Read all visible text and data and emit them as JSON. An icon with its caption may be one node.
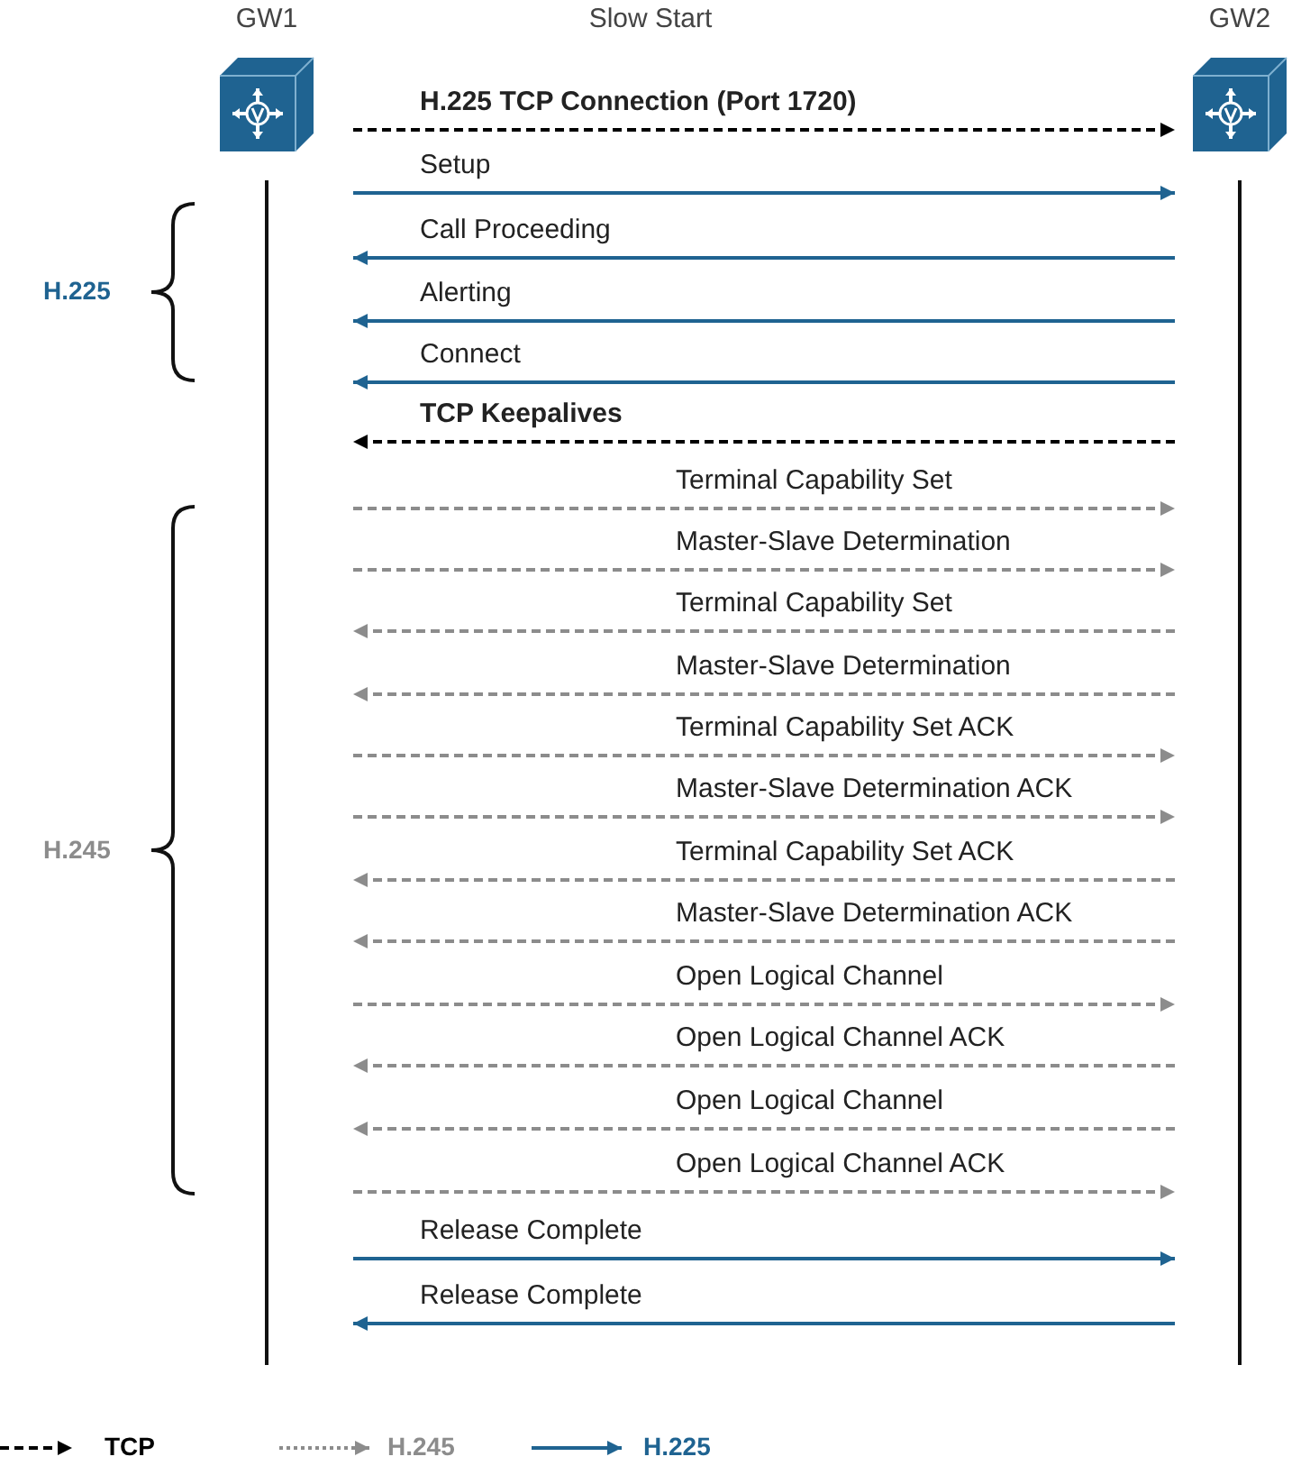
{
  "diagram": {
    "title": "Slow Start",
    "nodes": [
      {
        "text": [
          "GW1"
        ]
      },
      {
        "text": [
          "GW2"
        ]
      }
    ],
    "edges": [
      {
        "from": 0,
        "to": 1,
        "arrow": "to",
        "label": "H.225 TCP Connection (Port 1720)",
        "style": "dashed",
        "color": "#000000"
      },
      {
        "from": 0,
        "to": 1,
        "arrow": "to",
        "label": "Setup",
        "color": "#1f6391"
      },
      {
        "from": 1,
        "to": 0,
        "arrow": "to",
        "label": "Call Proceeding",
        "color": "#1f6391"
      },
      {
        "from": 1,
        "to": 0,
        "arrow": "to",
        "label": "Alerting",
        "color": "#1f6391"
      },
      {
        "from": 1,
        "to": 0,
        "arrow": "to",
        "label": "Connect",
        "color": "#1f6391"
      },
      {
        "from": 1,
        "to": 0,
        "arrow": "to",
        "label": "TCP Keepalives",
        "style": "dashed",
        "color": "#000000"
      },
      {
        "from": 0,
        "to": 1,
        "arrow": "to",
        "label": "Terminal Capability Set",
        "style": "dashed"
      },
      {
        "from": 0,
        "to": 1,
        "arrow": "to",
        "label": "Master-Slave Determination",
        "style": "dashed"
      },
      {
        "from": 1,
        "to": 0,
        "arrow": "to",
        "label": "Terminal Capability Set",
        "style": "dashed"
      },
      {
        "from": 1,
        "to": 0,
        "arrow": "to",
        "label": "Master-Slave Determination",
        "style": "dashed"
      },
      {
        "from": 0,
        "to": 1,
        "arrow": "to",
        "label": "Terminal Capability Set ACK",
        "style": "dashed"
      },
      {
        "from": 0,
        "to": 1,
        "arrow": "to",
        "label": "Master-Slave Determination ACK",
        "style": "dashed"
      },
      {
        "from": 1,
        "to": 0,
        "arrow": "to",
        "label": "Terminal Capability Set ACK",
        "style": "dashed"
      },
      {
        "from": 1,
        "to": 0,
        "arrow": "to",
        "label": "Master-Slave Determination ACK",
        "style": "dashed"
      },
      {
        "from": 0,
        "to": 1,
        "arrow": "to",
        "label": "Open Logical Channel",
        "style": "dashed"
      },
      {
        "from": 1,
        "to": 0,
        "arrow": "to",
        "label": "Open Logical Channel ACK",
        "style": "dashed"
      },
      {
        "from": 1,
        "to": 0,
        "arrow": "to",
        "label": "Open Logical Channel",
        "style": "dashed"
      },
      {
        "from": 0,
        "to": 1,
        "arrow": "to",
        "label": "Open Logical Channel ACK",
        "style": "dashed"
      },
      {
        "from": 0,
        "to": 1,
        "arrow": "to",
        "label": "Release Complete",
        "color": "#1f6391"
      },
      {
        "from": 1,
        "to": 0,
        "arrow": "to",
        "label": "Release Complete",
        "color": "#1f6391"
      }
    ],
    "labels": [
      "H.225",
      "H.245"
    ],
    "legend": [
      {
        "text": "TCP"
      },
      {
        "text": "H.245"
      },
      {
        "text": "H.225"
      }
    ]
  }
}
